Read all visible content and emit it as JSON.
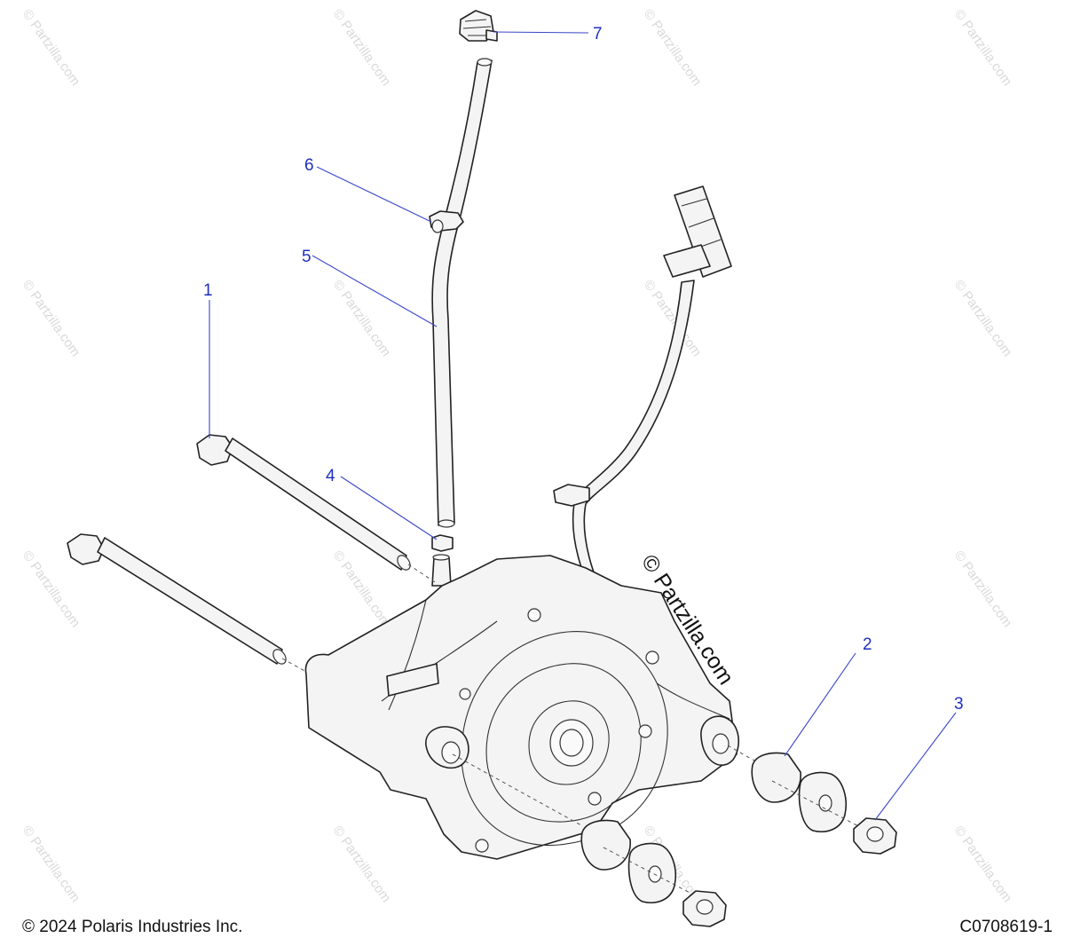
{
  "callouts": [
    {
      "number": "1"
    },
    {
      "number": "2"
    },
    {
      "number": "3"
    },
    {
      "number": "4"
    },
    {
      "number": "5"
    },
    {
      "number": "6"
    },
    {
      "number": "7"
    }
  ],
  "watermark": {
    "repeat_text": "© Partzilla.com",
    "center_text": "© Partzilla.com"
  },
  "footer": {
    "copyright": "© 2024 Polaris Industries Inc.",
    "drawing_id": "C0708619-1"
  },
  "colors": {
    "callout": "#1f2fbf",
    "leader": "#3a46c8",
    "line_art": "#222222",
    "watermark": "#d9d9d9"
  }
}
